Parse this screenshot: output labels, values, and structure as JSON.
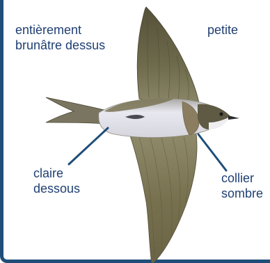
{
  "labels": {
    "upperparts": "entièrement\nbrunâtre dessus",
    "size": "petite",
    "underparts": "claire\ndessous",
    "collar": "collier\nsombre"
  },
  "colors": {
    "label_text": "#1f3f73",
    "frame": "#1f4e79",
    "pointer": "#1f4e79",
    "plumage_upper": "#6b6446",
    "plumage_under": "#eeeef4",
    "collar": "#8a7d60"
  }
}
